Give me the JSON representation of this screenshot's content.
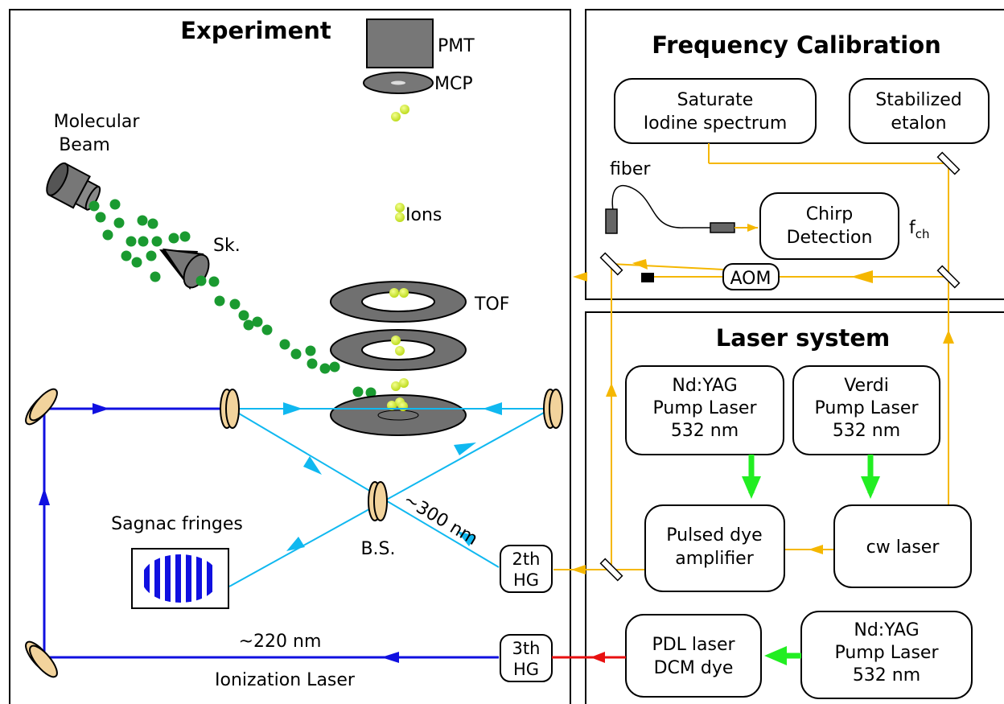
{
  "panels": {
    "experiment": "Experiment",
    "frequency_calibration": "Frequency Calibration",
    "laser_system": "Laser system"
  },
  "experiment": {
    "pmt": "PMT",
    "mcp": "MCP",
    "molecular_beam": [
      "Molecular",
      "Beam"
    ],
    "skimmer": "Sk.",
    "ions": "Ions",
    "tof": "TOF",
    "sagnac_fringes": "Sagnac fringes",
    "beam_splitter": "B.S.",
    "wavelength_300": "~300 nm",
    "wavelength_220": "~220 nm",
    "ionization_laser": "Ionization Laser",
    "second_hg": [
      "2th",
      "HG"
    ],
    "third_hg": [
      "3th",
      "HG"
    ]
  },
  "frequency_calibration": {
    "iodine": [
      "Saturate",
      "Iodine spectrum"
    ],
    "etalon": [
      "Stabilized",
      "etalon"
    ],
    "fiber": "fiber",
    "chirp": [
      "Chirp",
      "Detection"
    ],
    "fch_main": "f",
    "fch_sub": "ch",
    "aom": "AOM"
  },
  "laser_system": {
    "ndyag_top": [
      "Nd:YAG",
      "Pump Laser",
      "532 nm"
    ],
    "verdi": [
      "Verdi",
      "Pump Laser",
      "532 nm"
    ],
    "pulsed_dye": [
      "Pulsed dye",
      "amplifier"
    ],
    "cw_laser": "cw laser",
    "pdl": [
      "PDL laser",
      "DCM dye"
    ],
    "ndyag_bottom": [
      "Nd:YAG",
      "Pump Laser",
      "532 nm"
    ]
  },
  "colors": {
    "uv_220": "#1010e0",
    "uv_300": "#10b8f0",
    "cw_beam": "#f5b700",
    "pump_green": "#22ee22",
    "pdl_red": "#e81010",
    "molecules": "#1a9a30",
    "ions": "#c8e61e",
    "mirror": "#f2d39c",
    "tof_plate": "#707070"
  }
}
